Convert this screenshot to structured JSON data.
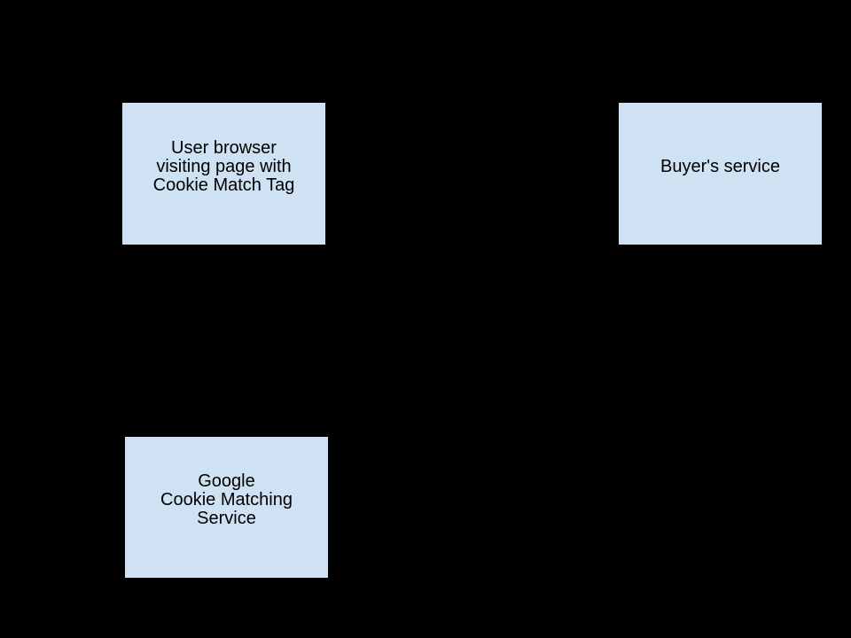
{
  "diagram": {
    "type": "flow-diagram",
    "background_color": "#000000",
    "node_fill_color": "#cfe2f3",
    "node_border_color": "#000000",
    "node_text_color": "#000000",
    "nodes": [
      {
        "id": "user-browser",
        "label": "User browser\nvisiting page with\nCookie Match Tag"
      },
      {
        "id": "buyers-service",
        "label": "Buyer's service"
      },
      {
        "id": "google-cookie-matching-service",
        "label": "Google\nCookie Matching\nService"
      }
    ]
  }
}
